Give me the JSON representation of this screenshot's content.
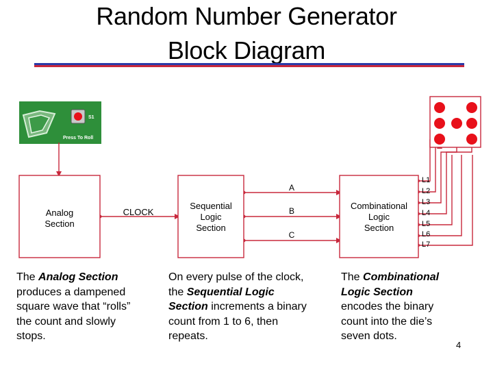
{
  "title": {
    "line1": "Random Number Generator",
    "line2": "Block Diagram"
  },
  "board": {
    "switch_label": "S1",
    "button_label": "Press To Roll"
  },
  "blocks": {
    "analog": {
      "line1": "Analog",
      "line2": "Section"
    },
    "clock_label": "CLOCK",
    "sequential": {
      "line1": "Sequential",
      "line2": "Logic",
      "line3": "Section"
    },
    "combinational": {
      "line1": "Combinational",
      "line2": "Logic",
      "line3": "Section"
    }
  },
  "signals": [
    "A",
    "B",
    "C"
  ],
  "outputs": [
    "L1",
    "L2",
    "L3",
    "L4",
    "L5",
    "L6",
    "L7"
  ],
  "descriptions": {
    "analog": {
      "p1": "The ",
      "em": "Analog Section",
      "p2": " produces a dampened square wave that “rolls” the count and slowly stops."
    },
    "sequential": {
      "p1": "On every pulse of the clock, the ",
      "em": "Sequential Logic Section",
      "p2": " increments a binary count from 1 to 6, then repeats."
    },
    "combinational": {
      "p1": "The ",
      "em": "Combinational Logic Section",
      "p2": " encodes the binary count into the die’s seven dots."
    }
  },
  "page_number": "4",
  "colors": {
    "wire": "#c8283c",
    "die_dot": "#e8101a",
    "board_green": "#2e8f3a",
    "title_rule_blue": "#2b3aa8",
    "title_rule_red": "#c8283c"
  }
}
